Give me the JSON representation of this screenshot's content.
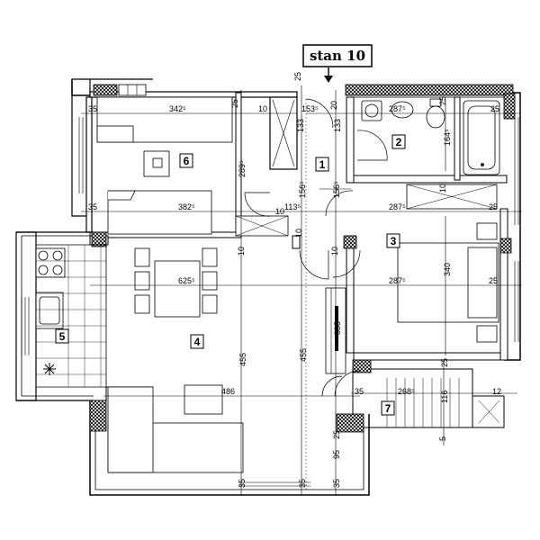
{
  "plan": {
    "title": "stan 10",
    "rooms": [
      "1",
      "2",
      "3",
      "4",
      "5",
      "6",
      "7"
    ],
    "dimensions": {
      "d35a": "35",
      "d342": "342⁵",
      "d25a": "25",
      "d10a": "10",
      "d153": "153⁵",
      "d20": "20",
      "d287a": "287⁵",
      "d25b": "25",
      "d133a": "133",
      "d133b": "133",
      "d164": "164⁵",
      "d289": "289⁵",
      "d35b": "35",
      "d382": "382⁵",
      "d10b": "10",
      "d113": "113⁵",
      "d156a": "156⁵",
      "d156b": "156⁵",
      "d287b": "287⁵",
      "d25c": "25",
      "d10c": "10",
      "d10d": "10",
      "d10e": "10",
      "d625": "625⁵",
      "d287c": "287⁵",
      "d25d": "25",
      "d340": "340",
      "d335": "335",
      "d455a": "455",
      "d455b": "455",
      "d486": "486",
      "d35c": "35",
      "d268": "268⁵",
      "d12": "12",
      "d116": "116",
      "d25e": "25",
      "d95": "95",
      "d35d": "35",
      "d35e": "35",
      "d35f": "35",
      "d25f": "25",
      "d5": "5",
      "d25g": "25",
      "d10f": "10"
    }
  }
}
